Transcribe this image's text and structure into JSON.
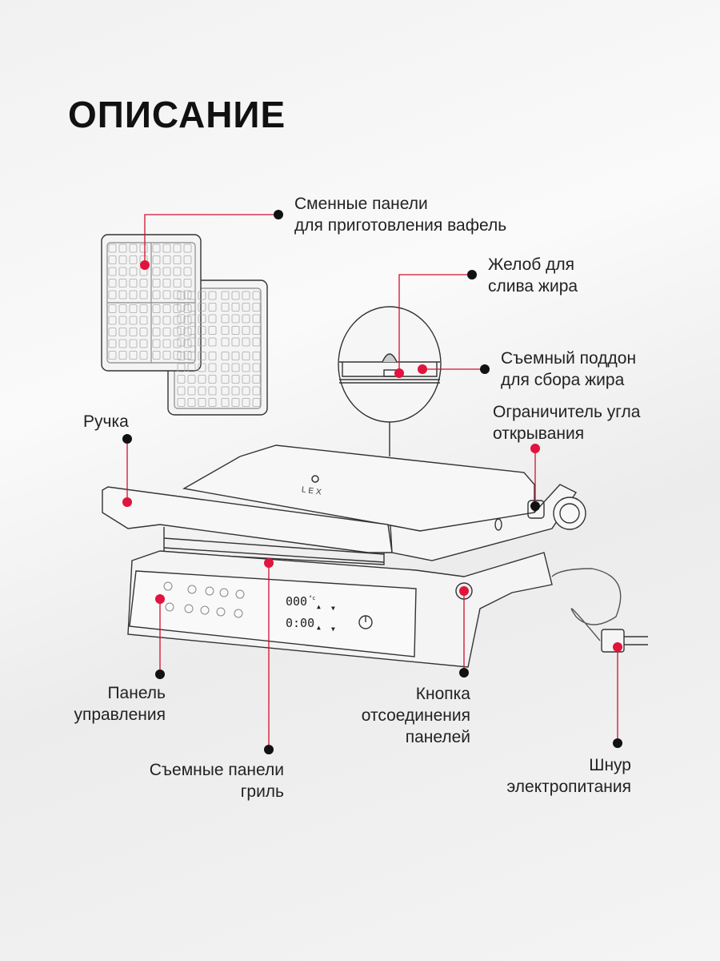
{
  "title": "ОПИСАНИЕ",
  "brand_logo": "LEX",
  "display": {
    "temperature": "000",
    "temp_unit": "°c",
    "time": "0:00"
  },
  "colors": {
    "accent": "#e0143c",
    "line": "#111111"
  },
  "callouts": {
    "waffle_panels": [
      "Сменные панели",
      "для приготовления вафель"
    ],
    "grease_groove": [
      "Желоб для",
      "слива жира"
    ],
    "drip_tray": [
      "Съемный поддон",
      "для сбора жира"
    ],
    "handle": [
      "Ручка"
    ],
    "angle_limiter": [
      "Ограничитель угла",
      "открывания"
    ],
    "control_panel": [
      "Панель",
      "управления"
    ],
    "grill_panels": [
      "Съемные панели",
      "гриль"
    ],
    "release_button": [
      "Кнопка",
      "отсоединения",
      "панелей"
    ],
    "power_cord": [
      "Шнур",
      "электропитания"
    ]
  }
}
